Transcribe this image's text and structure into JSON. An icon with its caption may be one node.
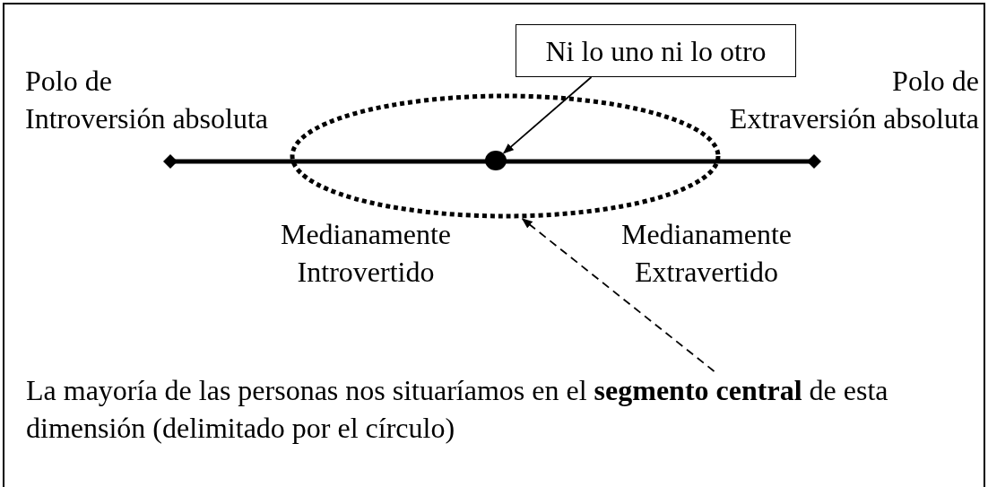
{
  "diagram": {
    "nodes": [
      {
        "text": [
          "Ni lo uno ni lo otro"
        ]
      },
      {
        "text": [],
        "shape": "dot",
        "in": 3
      },
      {
        "text": [
          "La mayoría de las personas nos situaríamos en el **segmento central** de esta dimensión (delimitado por el círculo)"
        ]
      },
      {
        "text": [],
        "shape": "ellipse"
      }
    ],
    "edges": [
      {
        "from": 0,
        "to": 1,
        "arrow": "to"
      },
      {
        "from": 2,
        "to": 3,
        "arrow": "to",
        "style": "dashed"
      }
    ],
    "labels": [
      "Polo de Introversión absoluta",
      "Polo de Extraversión absoluta",
      "Medianamente Introvertido",
      "Medianamente Extravertido"
    ]
  }
}
